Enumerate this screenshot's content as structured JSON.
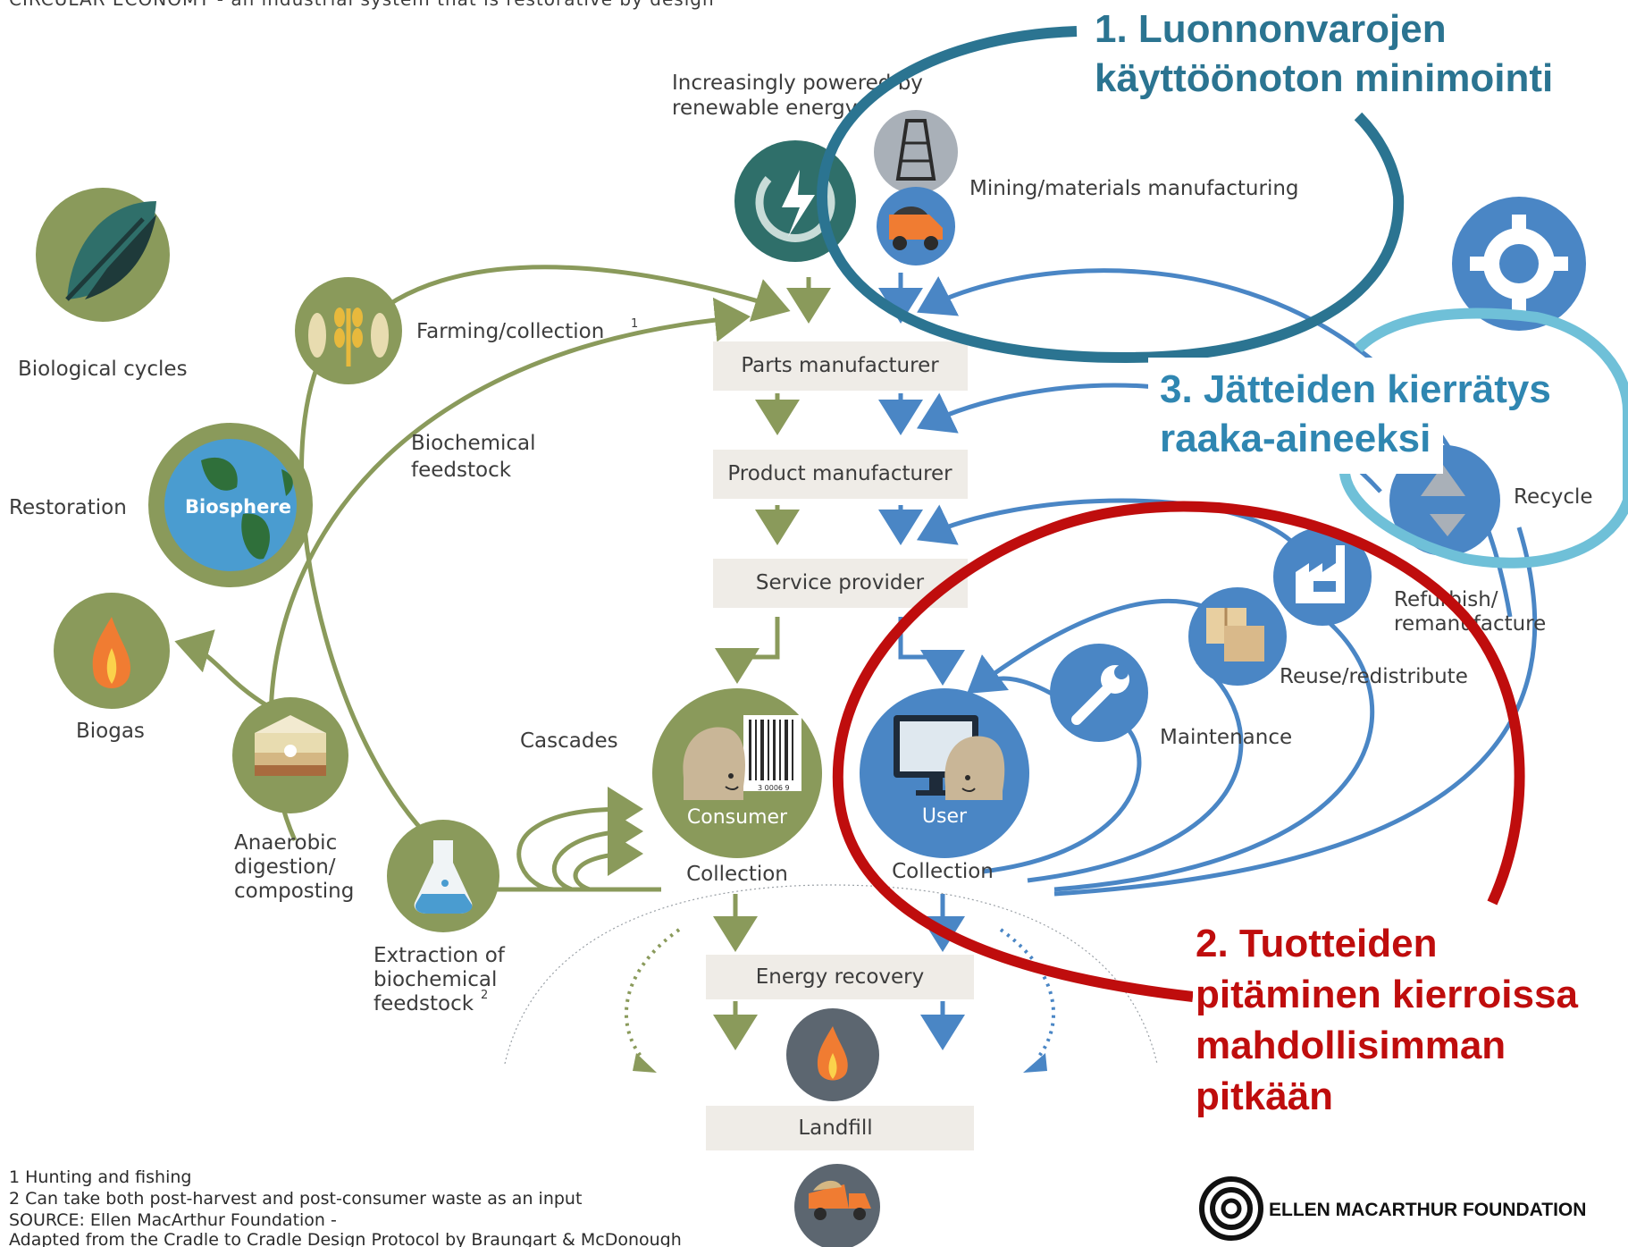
{
  "title": "CIRCULAR ECONOMY - an industrial system that is restorative by design",
  "labels": {
    "renewable_line1": "Increasingly powered by",
    "renewable_line2": "renewable energy",
    "mining": "Mining/materials manufacturing",
    "farming": "Farming/collection",
    "farming_sup": "1",
    "biological_cycles": "Biological cycles",
    "restoration": "Restoration",
    "biosphere": "Biosphere",
    "biogas": "Biogas",
    "biochemical_line1": "Biochemical",
    "biochemical_line2": "feedstock",
    "anaerobic_line1": "Anaerobic",
    "anaerobic_line2": "digestion/",
    "anaerobic_line3": "composting",
    "extraction_line1": "Extraction of",
    "extraction_line2": "biochemical",
    "extraction_line3": "feedstock",
    "extraction_sup": "2",
    "cascades": "Cascades",
    "consumer": "Consumer",
    "user": "User",
    "collection_left": "Collection",
    "collection_right": "Collection",
    "parts_manufacturer": "Parts manufacturer",
    "product_manufacturer": "Product manufacturer",
    "service_provider": "Service provider",
    "energy_recovery": "Energy recovery",
    "landfill": "Landfill",
    "recycle": "Recycle",
    "refurbish_line1": "Refurbish/",
    "refurbish_line2": "remanufacture",
    "reuse": "Reuse/redistribute",
    "maintenance": "Maintenance",
    "barcode_number": "3 0006 9"
  },
  "callouts": {
    "c1_line1": "1. Luonnonvarojen",
    "c1_line2": "käyttöönoton minimointi",
    "c3_line1": "3. Jätteiden kierrätys",
    "c3_line2": "raaka-aineeksi",
    "c2_line1": "2. Tuotteiden",
    "c2_line2": "pitäminen kierroissa",
    "c2_line3": "mahdollisimman",
    "c2_line4": "pitkään"
  },
  "footnotes": {
    "note1": "1  Hunting and fishing",
    "note2": "2  Can take both post-harvest and post-consumer waste as an input",
    "source1": "SOURCE: Ellen MacArthur Foundation -",
    "source2": "Adapted from the Cradle to Cradle Design Protocol by Braungart & McDonough"
  },
  "logo": {
    "text": "ELLEN MACARTHUR FOUNDATION"
  },
  "icons": [
    "leaf-icon",
    "wheat-fish-icon",
    "globe-icon",
    "flame-icon",
    "soil-layers-icon",
    "flask-icon",
    "renewable-energy-icon",
    "oil-rig-icon",
    "mining-truck-icon",
    "gear-icon",
    "recycle-icon",
    "factory-icon",
    "boxes-icon",
    "wrench-icon",
    "consumer-barcode-icon",
    "user-computer-icon",
    "incinerator-flame-icon",
    "dump-truck-icon",
    "foundation-logo-icon"
  ],
  "colors": {
    "bio_green": "#8a9a5b",
    "tech_blue": "#4a86c5",
    "box_grey": "#efece7",
    "callout_teal": "#2b7491",
    "callout_light_blue": "#6fc0d8",
    "callout_red": "#bf0d0d"
  }
}
